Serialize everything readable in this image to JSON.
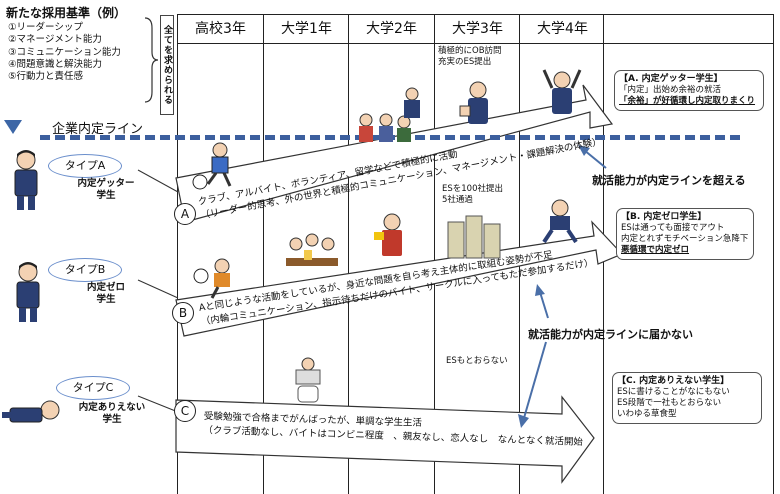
{
  "criteria": {
    "title": "新たな採用基準（例）",
    "items": [
      "①リーダーシップ",
      "②マネージメント能力",
      "③コミュニケーション能力",
      "④問題意識と解決能力",
      "⑤行動力と責任感"
    ],
    "vertical_note": "全てを求められる"
  },
  "years": [
    "高校3年",
    "大学1年",
    "大学2年",
    "大学3年",
    "大学4年"
  ],
  "line_label": "企業内定ライン",
  "types": [
    {
      "name": "タイプA",
      "desc_line1": "内定ゲッター",
      "desc_line2": "学生",
      "letter": "A",
      "arrow_line1": "クラブ、アルバイト、ボランティア、留学などで積極的に活動",
      "arrow_line2": "（リーダー的思考、外の世界と積極的コミュニケーション、マネージメント・課題解決の体験）"
    },
    {
      "name": "タイプB",
      "desc_line1": "内定ゼロ",
      "desc_line2": "学生",
      "letter": "B",
      "arrow_line1": "Aと同じような活動をしているが、身近な問題を自ら考え主体的に取組む姿勢が不足",
      "arrow_line2": "（内輪コミュニケーション、指示待ちだけのバイト、サークルに入ってもただ参加するだけ）"
    },
    {
      "name": "タイプC",
      "desc_line1": "内定ありえない",
      "desc_line2": "学生",
      "letter": "C",
      "arrow_line1": "受験勉強で合格までがんばったが、単調な学生生活",
      "arrow_line2": "（クラブ活動なし、バイトはコンビニ程度　、親友なし、恋人なし　なんとなく就活開始"
    }
  ],
  "notes": {
    "a_year3_1": "積極的にOB訪問",
    "a_year3_2": "充実のES提出",
    "b_year3_1": "ESを100社提出",
    "b_year3_2": "5社通過",
    "c_year3": "ESもとおらない"
  },
  "callouts": {
    "a": {
      "title": "【A. 内定ゲッター学生】",
      "line1": "「内定」出始め余裕の就活",
      "line2": "「余裕」が好循環し内定取りまくり"
    },
    "b": {
      "title": "【B. 内定ゼロ学生】",
      "line1": "ESは通っても面接でアウト",
      "line2": "内定とれずモチベーション急降下",
      "line3": "悪循環で内定ゼロ"
    },
    "c": {
      "title": "【C. 内定ありえない学生】",
      "line1": "ESに書けることがなにもない",
      "line2": "ES段階で一社もとおらない",
      "line3": "いわゆる草食型"
    }
  },
  "over_label": "就活能力が内定ラインを超える",
  "under_label": "就活能力が内定ラインに届かない",
  "colors": {
    "line": "#3c5f9e",
    "oval_border": "#6b8fcc"
  }
}
